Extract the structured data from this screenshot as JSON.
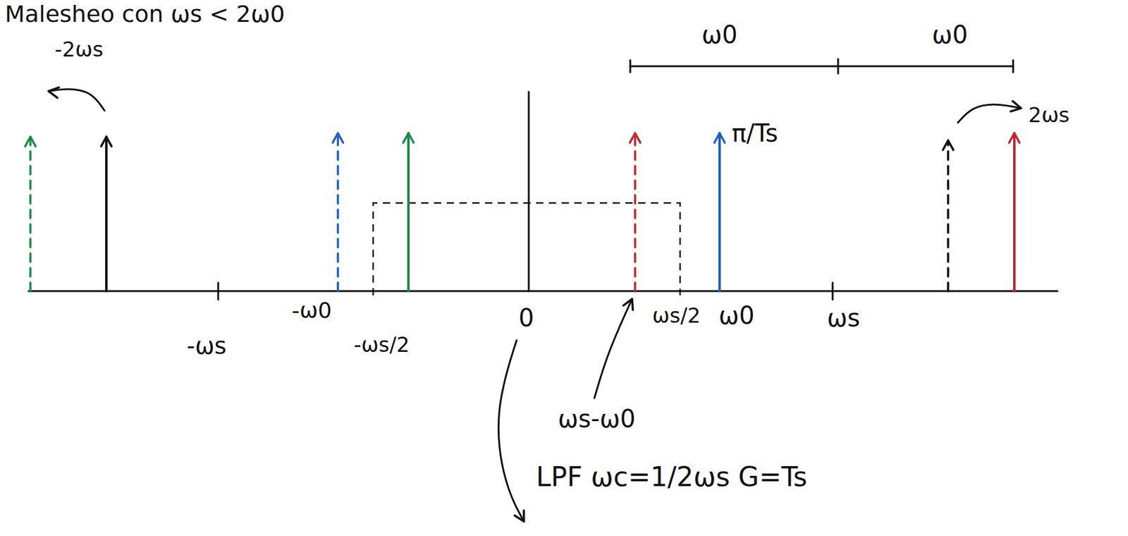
{
  "diagram": {
    "labels": [
      "Malesheo con ωs < 2ω0",
      "ω0",
      "ω0",
      "-2ωs",
      "π/Ts",
      "2ωs",
      "-ωs",
      "-ω0",
      "-ωs/2",
      "0",
      "ωs/2",
      "ω0",
      "ωs",
      "ωs-ω0",
      "LPF ωc=1/2ωs G=Ts"
    ]
  }
}
